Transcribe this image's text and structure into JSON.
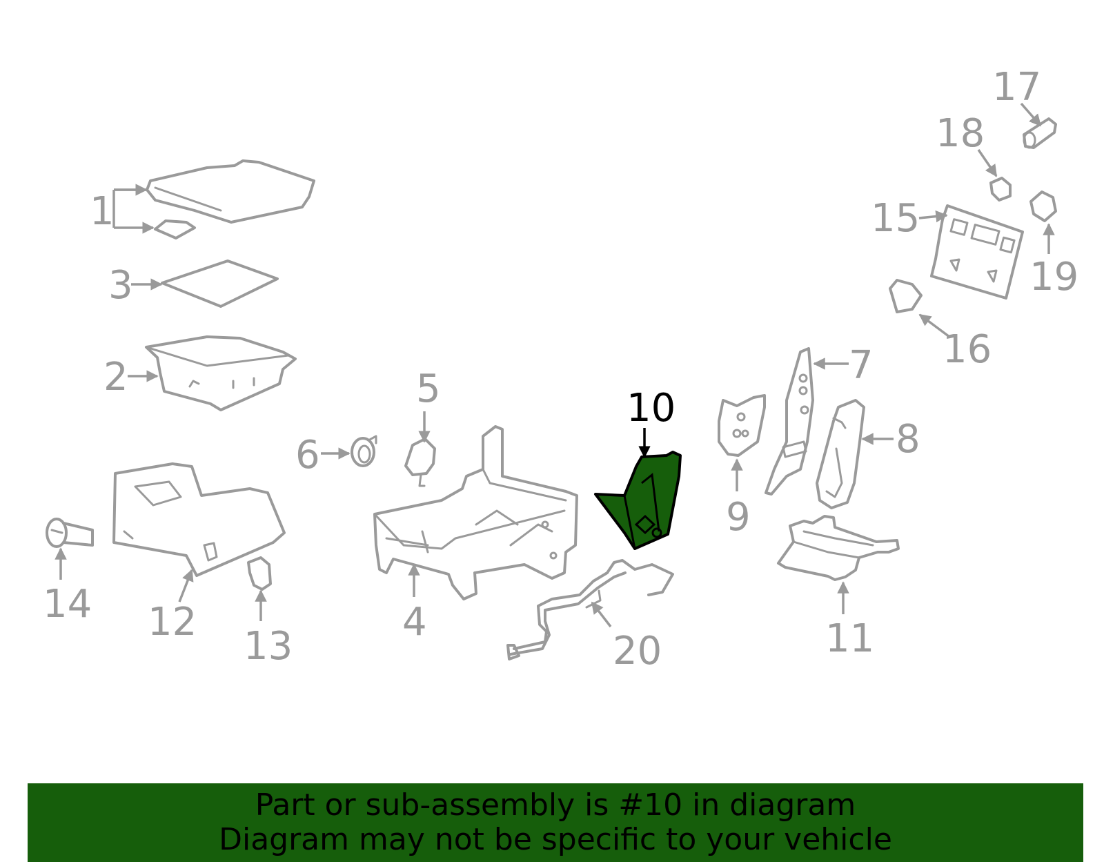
{
  "diagram": {
    "highlighted_part": "10",
    "highlight_color": "#165e0b",
    "part_color": "#9a9a9a",
    "callouts": {
      "c1": "1",
      "c2": "2",
      "c3": "3",
      "c4": "4",
      "c5": "5",
      "c6": "6",
      "c7": "7",
      "c8": "8",
      "c9": "9",
      "c10": "10",
      "c11": "11",
      "c12": "12",
      "c13": "13",
      "c14": "14",
      "c15": "15",
      "c16": "16",
      "c17": "17",
      "c18": "18",
      "c19": "19",
      "c20": "20"
    }
  },
  "banner": {
    "background": "#165e0b",
    "line1": "Part or sub-assembly is #10 in diagram",
    "line2": "Diagram may not be specific to your vehicle"
  }
}
